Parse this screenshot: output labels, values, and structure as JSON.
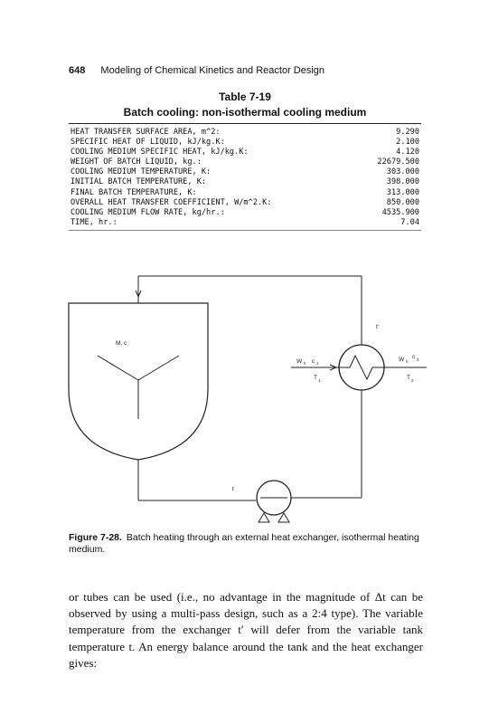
{
  "header": {
    "page_number": "648",
    "running_title": "Modeling of Chemical Kinetics and Reactor Design"
  },
  "table": {
    "number": "Table 7-19",
    "title": "Batch cooling: non-isothermal cooling medium",
    "rows": [
      {
        "label": "HEAT TRANSFER SURFACE AREA, m^2:",
        "value": "9.290"
      },
      {
        "label": "SPECIFIC HEAT OF LIQUID, kJ/kg.K:",
        "value": "2.100"
      },
      {
        "label": "COOLING MEDIUM SPECIFIC HEAT, kJ/kg.K:",
        "value": "4.120"
      },
      {
        "label": "WEIGHT OF BATCH LIQUID, kg.:",
        "value": "22679.500"
      },
      {
        "label": "COOLING MEDIUM TEMPERATURE, K:",
        "value": "303.000"
      },
      {
        "label": "INITIAL BATCH TEMPERATURE, K:",
        "value": "398.000"
      },
      {
        "label": "FINAL BATCH TEMPERATURE, K:",
        "value": "313.000"
      },
      {
        "label": "OVERALL HEAT TRANSFER COEFFICIENT, W/m^2.K:",
        "value": "850.000"
      },
      {
        "label": "COOLING MEDIUM FLOW RATE, kg/hr.:",
        "value": "4535.900"
      },
      {
        "label": "TIME, hr.:",
        "value": "7.04"
      }
    ]
  },
  "figure": {
    "labels": {
      "tank": "M, c",
      "t_prime": "t′",
      "inlet_flow": "W",
      "inlet_flow_sub": "h",
      "inlet_cp": "c",
      "inlet_cp_sub": "1",
      "inlet_temp": "T",
      "inlet_temp_sub": "1",
      "outlet_flow": "W",
      "outlet_flow_sub": "h",
      "outlet_cp": "c",
      "outlet_cp_sub": "2",
      "outlet_temp": "T",
      "outlet_temp_sub": "2",
      "line_t": "t"
    },
    "caption_label": "Figure 7-28.",
    "caption_text": "Batch heating through an external heat exchanger, isothermal heating medium."
  },
  "body_text": "or tubes can be used (i.e., no advantage in the magnitude of Δt can be observed by using a multi-pass design, such as a 2:4 type). The variable temperature from the exchanger t′ will defer from the variable tank temperature t. An energy balance around the tank and the heat exchanger gives:"
}
